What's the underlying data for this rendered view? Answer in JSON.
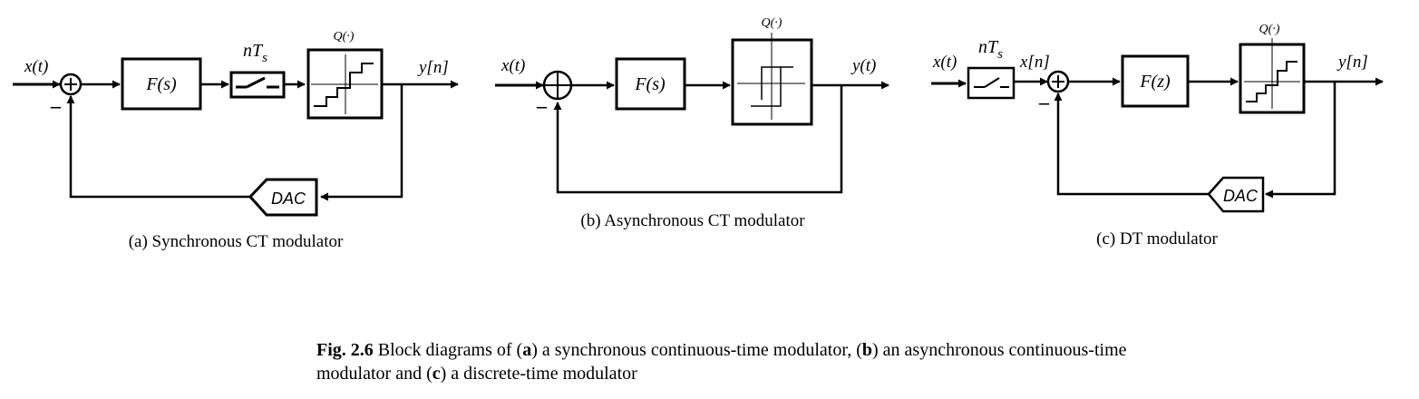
{
  "diagram_a": {
    "input": "x(t)",
    "minus": "–",
    "filter": "F(s)",
    "sampler": "nT",
    "sampler_sub": "s",
    "quantizer": "Q(·)",
    "output": "y[n]",
    "dac": "DAC",
    "caption": "(a) Synchronous CT modulator"
  },
  "diagram_b": {
    "input": "x(t)",
    "minus": "–",
    "filter": "F(s)",
    "quantizer": "Q(·)",
    "output": "y(t)",
    "caption": "(b) Asynchronous CT modulator"
  },
  "diagram_c": {
    "input": "x(t)",
    "sampler": "nT",
    "sampler_sub": "s",
    "sampled": "x[n]",
    "minus": "–",
    "filter": "F(z)",
    "quantizer": "Q(·)",
    "output": "y[n]",
    "dac": "DAC",
    "caption": "(c) DT modulator"
  },
  "figure_caption": {
    "label": "Fig. 2.6",
    "t1": " Block diagrams of (",
    "a": "a",
    "t2": ") a synchronous continuous-time modulator, (",
    "b": "b",
    "t3": ") an asynchronous continuous-time modulator and (",
    "c": "c",
    "t4": ") a discrete-time modulator"
  }
}
